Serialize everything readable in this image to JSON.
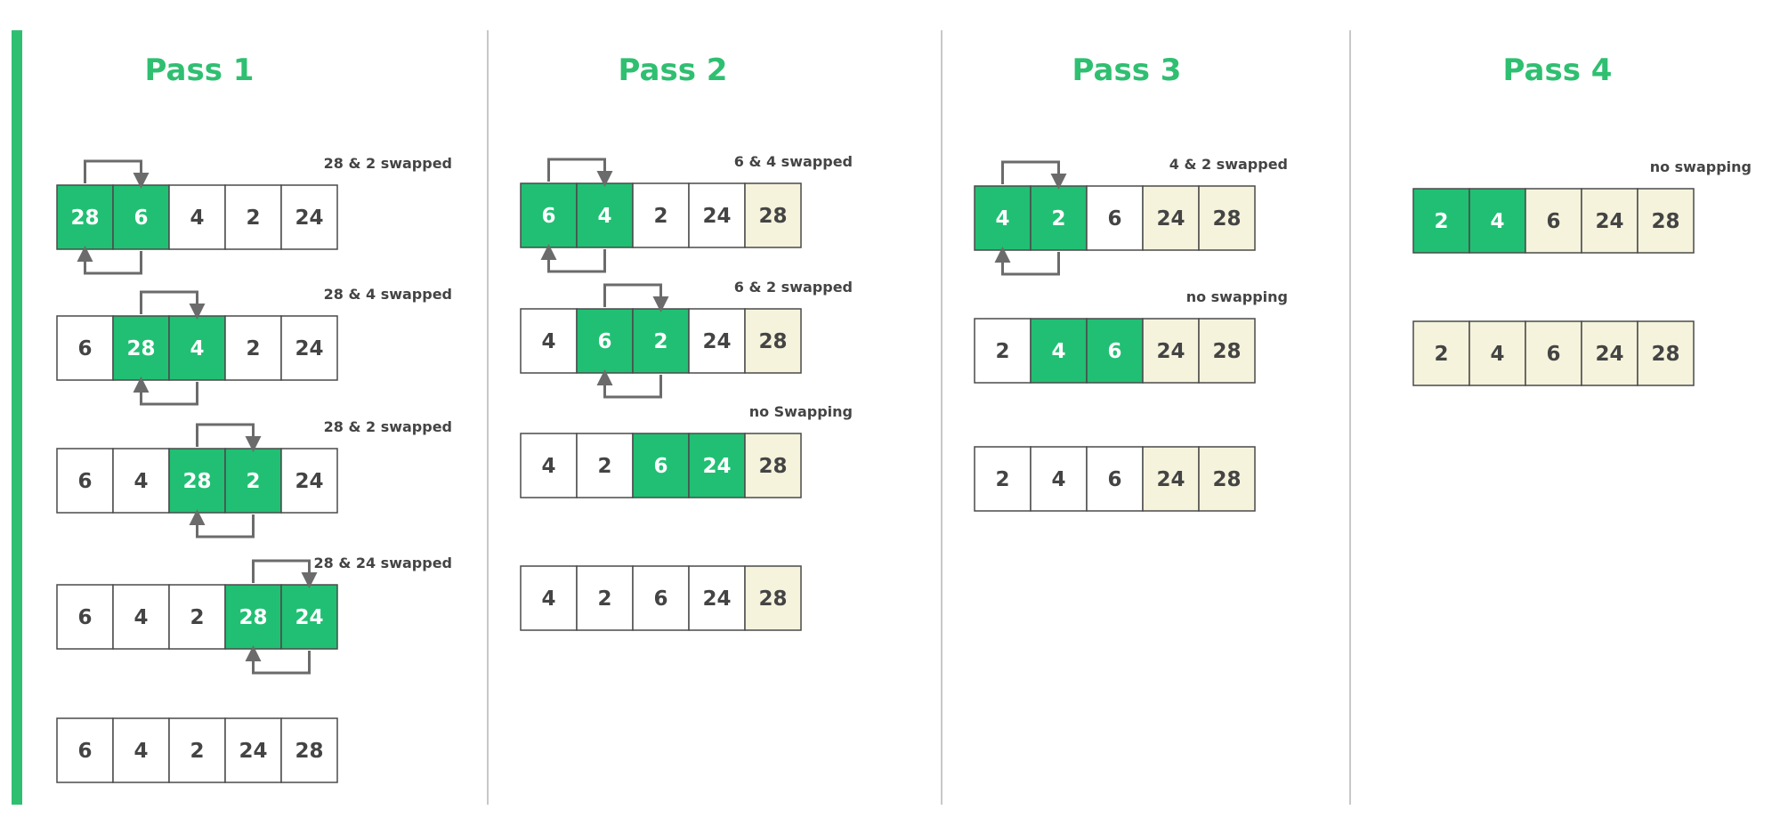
{
  "colors": {
    "accent": "#21bf73",
    "sorted": "#f5f3dc",
    "cell_border": "#4a4a4a",
    "divider": "#c8c8c8",
    "left_bar": "#2fbf71",
    "text_dark": "#444444",
    "text_on_green": "#ffffff",
    "arrow": "#6b6b6b"
  },
  "passes": [
    {
      "title": "Pass 1",
      "rows": [
        {
          "values": [
            "28",
            "6",
            "4",
            "2",
            "24"
          ],
          "highlight": [
            0,
            1
          ],
          "sorted": [],
          "note": "28 & 2 swapped",
          "arrow": true
        },
        {
          "values": [
            "6",
            "28",
            "4",
            "2",
            "24"
          ],
          "highlight": [
            1,
            2
          ],
          "sorted": [],
          "note": "28 & 4 swapped",
          "arrow": true
        },
        {
          "values": [
            "6",
            "4",
            "28",
            "2",
            "24"
          ],
          "highlight": [
            2,
            3
          ],
          "sorted": [],
          "note": "28 & 2 swapped",
          "arrow": true
        },
        {
          "values": [
            "6",
            "4",
            "2",
            "28",
            "24"
          ],
          "highlight": [
            3,
            4
          ],
          "sorted": [],
          "note": "28 & 24 swapped",
          "arrow": true
        },
        {
          "values": [
            "6",
            "4",
            "2",
            "24",
            "28"
          ],
          "highlight": [],
          "sorted": [],
          "note": "",
          "arrow": false
        }
      ]
    },
    {
      "title": "Pass 2",
      "rows": [
        {
          "values": [
            "6",
            "4",
            "2",
            "24",
            "28"
          ],
          "highlight": [
            0,
            1
          ],
          "sorted": [
            4
          ],
          "note": "6 & 4 swapped",
          "arrow": true
        },
        {
          "values": [
            "4",
            "6",
            "2",
            "24",
            "28"
          ],
          "highlight": [
            1,
            2
          ],
          "sorted": [
            4
          ],
          "note": "6 & 2 swapped",
          "arrow": true
        },
        {
          "values": [
            "4",
            "2",
            "6",
            "24",
            "28"
          ],
          "highlight": [
            2,
            3
          ],
          "sorted": [
            4
          ],
          "note": "no Swapping",
          "arrow": false
        },
        {
          "values": [
            "4",
            "2",
            "6",
            "24",
            "28"
          ],
          "highlight": [],
          "sorted": [
            4
          ],
          "note": "",
          "arrow": false
        }
      ]
    },
    {
      "title": "Pass 3",
      "rows": [
        {
          "values": [
            "4",
            "2",
            "6",
            "24",
            "28"
          ],
          "highlight": [
            0,
            1
          ],
          "sorted": [
            3,
            4
          ],
          "note": "4 & 2 swapped",
          "arrow": true
        },
        {
          "values": [
            "2",
            "4",
            "6",
            "24",
            "28"
          ],
          "highlight": [
            1,
            2
          ],
          "sorted": [
            3,
            4
          ],
          "note": "no swapping",
          "arrow": false
        },
        {
          "values": [
            "2",
            "4",
            "6",
            "24",
            "28"
          ],
          "highlight": [],
          "sorted": [
            3,
            4
          ],
          "note": "",
          "arrow": false
        }
      ]
    },
    {
      "title": "Pass 4",
      "rows": [
        {
          "values": [
            "2",
            "4",
            "6",
            "24",
            "28"
          ],
          "highlight": [
            0,
            1
          ],
          "sorted": [
            2,
            3,
            4
          ],
          "note": "no swapping",
          "arrow": false
        },
        {
          "values": [
            "2",
            "4",
            "6",
            "24",
            "28"
          ],
          "highlight": [],
          "sorted": [
            0,
            1,
            2,
            3,
            4
          ],
          "note": "",
          "arrow": false
        }
      ]
    }
  ]
}
